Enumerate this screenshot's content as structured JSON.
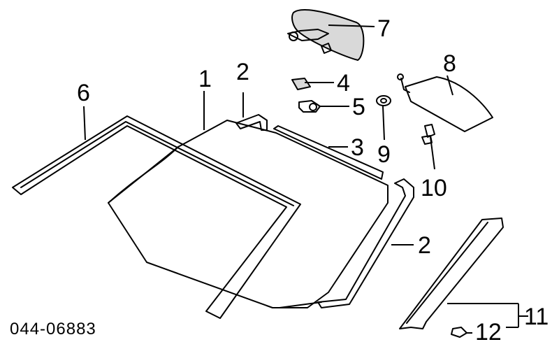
{
  "diagram": {
    "code": "044-06883",
    "callouts": {
      "c1": "1",
      "c2a": "2",
      "c2b": "2",
      "c3": "3",
      "c4": "4",
      "c5": "5",
      "c6": "6",
      "c7": "7",
      "c8": "8",
      "c9": "9",
      "c10": "10",
      "c11": "11",
      "c12": "12"
    }
  }
}
